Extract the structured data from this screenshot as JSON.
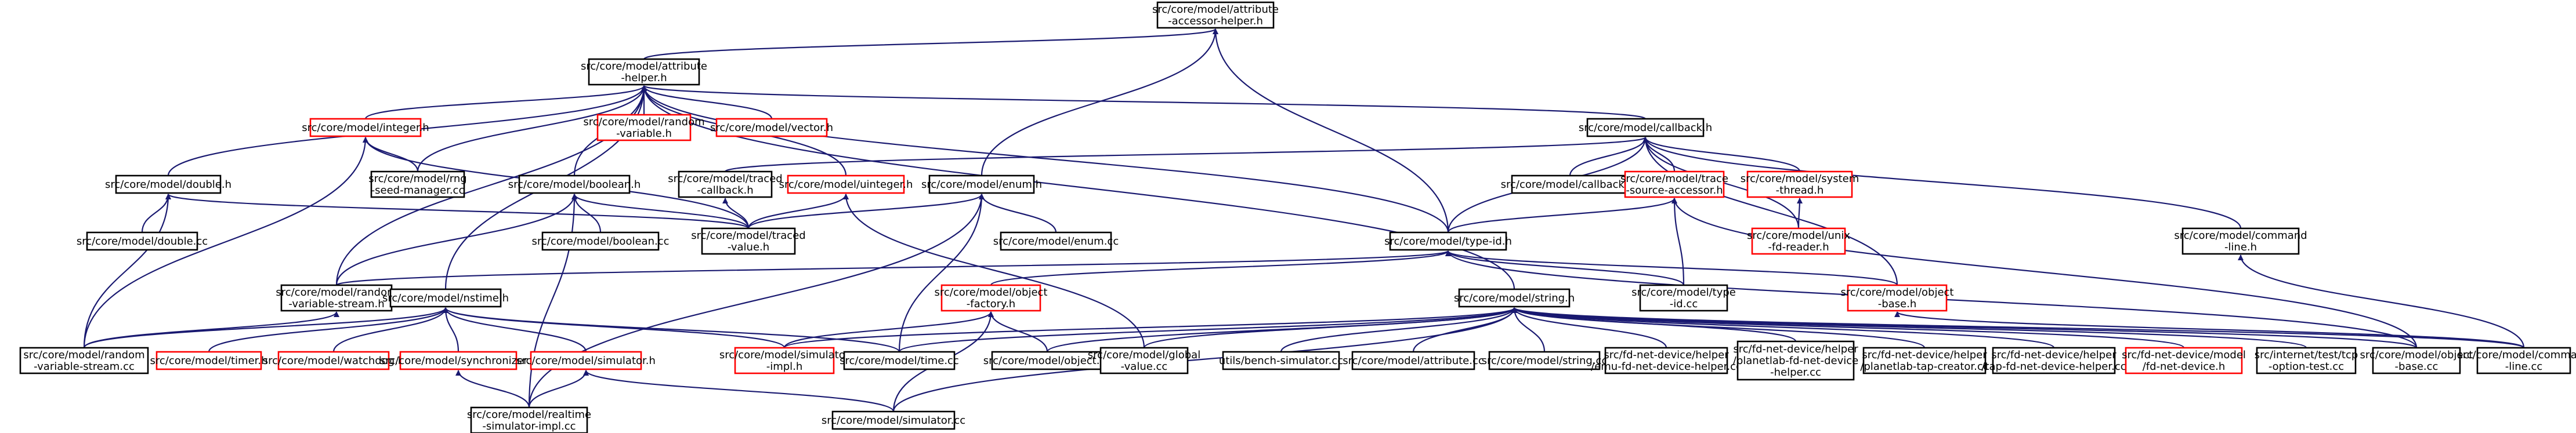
{
  "colors": {
    "edge": "#191970",
    "border_default": "#000000",
    "border_missing": "#ff0000",
    "root_fill": "#bfbfbf"
  },
  "nodes": [
    {
      "id": "accessor",
      "lines": [
        "src/core/model/attribute",
        "-accessor-helper.h"
      ],
      "style": "root"
    },
    {
      "id": "attr",
      "lines": [
        "src/core/model/attribute",
        "-helper.h"
      ],
      "style": "normal"
    },
    {
      "id": "integer",
      "lines": [
        "src/core/model/integer.h"
      ],
      "style": "red"
    },
    {
      "id": "randomvar",
      "lines": [
        "src/core/model/random",
        "-variable.h"
      ],
      "style": "red"
    },
    {
      "id": "vector",
      "lines": [
        "src/core/model/vector.h"
      ],
      "style": "red"
    },
    {
      "id": "rngseed",
      "lines": [
        "src/core/model/rng",
        "-seed-manager.cc"
      ],
      "style": "normal"
    },
    {
      "id": "double",
      "lines": [
        "src/core/model/double.h"
      ],
      "style": "normal"
    },
    {
      "id": "doublecc",
      "lines": [
        "src/core/model/double.cc"
      ],
      "style": "normal"
    },
    {
      "id": "boolean",
      "lines": [
        "src/core/model/boolean.h"
      ],
      "style": "normal"
    },
    {
      "id": "booleancc",
      "lines": [
        "src/core/model/boolean.cc"
      ],
      "style": "normal"
    },
    {
      "id": "tracedcb",
      "lines": [
        "src/core/model/traced",
        "-callback.h"
      ],
      "style": "normal"
    },
    {
      "id": "uinteger",
      "lines": [
        "src/core/model/uinteger.h"
      ],
      "style": "red"
    },
    {
      "id": "tracedval",
      "lines": [
        "src/core/model/traced",
        "-value.h"
      ],
      "style": "normal"
    },
    {
      "id": "enum",
      "lines": [
        "src/core/model/enum.h"
      ],
      "style": "normal"
    },
    {
      "id": "enumcc",
      "lines": [
        "src/core/model/enum.cc"
      ],
      "style": "normal"
    },
    {
      "id": "callback",
      "lines": [
        "src/core/model/callback.h"
      ],
      "style": "normal"
    },
    {
      "id": "callbackcc",
      "lines": [
        "src/core/model/callback.cc"
      ],
      "style": "normal"
    },
    {
      "id": "tracesrc",
      "lines": [
        "src/core/model/trace",
        "-source-accessor.h"
      ],
      "style": "red"
    },
    {
      "id": "systhread",
      "lines": [
        "src/core/model/system",
        "-thread.h"
      ],
      "style": "red"
    },
    {
      "id": "unixfd",
      "lines": [
        "src/core/model/unix",
        "-fd-reader.h"
      ],
      "style": "red"
    },
    {
      "id": "cmdline",
      "lines": [
        "src/core/model/command",
        "-line.h"
      ],
      "style": "normal"
    },
    {
      "id": "typeid",
      "lines": [
        "src/core/model/type-id.h"
      ],
      "style": "normal"
    },
    {
      "id": "typeidcc",
      "lines": [
        "src/core/model/type",
        "-id.cc"
      ],
      "style": "normal"
    },
    {
      "id": "objbase",
      "lines": [
        "src/core/model/object",
        "-base.h"
      ],
      "style": "red"
    },
    {
      "id": "randstream",
      "lines": [
        "src/core/model/random",
        "-variable-stream.h"
      ],
      "style": "normal"
    },
    {
      "id": "nstime",
      "lines": [
        "src/core/model/nstime.h"
      ],
      "style": "normal"
    },
    {
      "id": "objfactory",
      "lines": [
        "src/core/model/object",
        "-factory.h"
      ],
      "style": "red"
    },
    {
      "id": "stringh",
      "lines": [
        "src/core/model/string.h"
      ],
      "style": "normal"
    },
    {
      "id": "randstreamcc",
      "lines": [
        "src/core/model/random",
        "-variable-stream.cc"
      ],
      "style": "normal"
    },
    {
      "id": "timer",
      "lines": [
        "src/core/model/timer.h"
      ],
      "style": "red"
    },
    {
      "id": "watchdog",
      "lines": [
        "src/core/model/watchdog.h"
      ],
      "style": "red"
    },
    {
      "id": "synchronizer",
      "lines": [
        "src/core/model/synchronizer.h"
      ],
      "style": "red"
    },
    {
      "id": "simulator",
      "lines": [
        "src/core/model/simulator.h"
      ],
      "style": "red"
    },
    {
      "id": "simimpl",
      "lines": [
        "src/core/model/simulator",
        "-impl.h"
      ],
      "style": "red"
    },
    {
      "id": "timecc",
      "lines": [
        "src/core/model/time.cc"
      ],
      "style": "normal"
    },
    {
      "id": "objectcc",
      "lines": [
        "src/core/model/object.cc"
      ],
      "style": "normal"
    },
    {
      "id": "globalval",
      "lines": [
        "src/core/model/global",
        "-value.cc"
      ],
      "style": "normal"
    },
    {
      "id": "bench",
      "lines": [
        "utils/bench-simulator.cc"
      ],
      "style": "normal"
    },
    {
      "id": "attributecc",
      "lines": [
        "src/core/model/attribute.cc"
      ],
      "style": "normal"
    },
    {
      "id": "stringcc",
      "lines": [
        "src/core/model/string.cc"
      ],
      "style": "normal"
    },
    {
      "id": "emufd",
      "lines": [
        "src/fd-net-device/helper",
        "/emu-fd-net-device-helper.cc"
      ],
      "style": "normal"
    },
    {
      "id": "planetfd",
      "lines": [
        "src/fd-net-device/helper",
        "/planetlab-fd-net-device",
        "-helper.cc"
      ],
      "style": "normal"
    },
    {
      "id": "planettap",
      "lines": [
        "src/fd-net-device/helper",
        "/planetlab-tap-creator.cc"
      ],
      "style": "normal"
    },
    {
      "id": "tapfd",
      "lines": [
        "src/fd-net-device/helper",
        "/tap-fd-net-device-helper.cc"
      ],
      "style": "normal"
    },
    {
      "id": "fdnetdev",
      "lines": [
        "src/fd-net-device/model",
        "/fd-net-device.h"
      ],
      "style": "red"
    },
    {
      "id": "tcpopt",
      "lines": [
        "src/internet/test/tcp",
        "-option-test.cc"
      ],
      "style": "normal"
    },
    {
      "id": "objbasecc",
      "lines": [
        "src/core/model/object",
        "-base.cc"
      ],
      "style": "normal"
    },
    {
      "id": "cmdlinecc",
      "lines": [
        "src/core/model/command",
        "-line.cc"
      ],
      "style": "normal"
    },
    {
      "id": "realtime",
      "lines": [
        "src/core/model/realtime",
        "-simulator-impl.cc"
      ],
      "style": "normal"
    },
    {
      "id": "simulatorcc",
      "lines": [
        "src/core/model/simulator.cc"
      ],
      "style": "normal"
    }
  ],
  "edges": [
    [
      "accessor",
      "attr"
    ],
    [
      "accessor",
      "enum"
    ],
    [
      "accessor",
      "typeid"
    ],
    [
      "attr",
      "integer"
    ],
    [
      "attr",
      "randomvar"
    ],
    [
      "attr",
      "vector"
    ],
    [
      "attr",
      "rngseed"
    ],
    [
      "attr",
      "double"
    ],
    [
      "attr",
      "boolean"
    ],
    [
      "attr",
      "uinteger"
    ],
    [
      "attr",
      "callback"
    ],
    [
      "attr",
      "typeid"
    ],
    [
      "attr",
      "randstream"
    ],
    [
      "attr",
      "nstime"
    ],
    [
      "attr",
      "stringh"
    ],
    [
      "integer",
      "rngseed"
    ],
    [
      "integer",
      "tracedval"
    ],
    [
      "integer",
      "randstreamcc"
    ],
    [
      "double",
      "doublecc"
    ],
    [
      "double",
      "tracedval"
    ],
    [
      "double",
      "randstreamcc"
    ],
    [
      "boolean",
      "booleancc"
    ],
    [
      "boolean",
      "tracedval"
    ],
    [
      "boolean",
      "randstream"
    ],
    [
      "boolean",
      "realtime"
    ],
    [
      "tracedcb",
      "tracedval"
    ],
    [
      "uinteger",
      "tracedval"
    ],
    [
      "uinteger",
      "globalval"
    ],
    [
      "enum",
      "enumcc"
    ],
    [
      "enum",
      "tracedval"
    ],
    [
      "enum",
      "timecc"
    ],
    [
      "enum",
      "realtime"
    ],
    [
      "callback",
      "tracedcb"
    ],
    [
      "callback",
      "callbackcc"
    ],
    [
      "callback",
      "tracesrc"
    ],
    [
      "callback",
      "systhread"
    ],
    [
      "callback",
      "unixfd"
    ],
    [
      "callback",
      "cmdline"
    ],
    [
      "callback",
      "typeid"
    ],
    [
      "callback",
      "objbase"
    ],
    [
      "tracesrc",
      "typeid"
    ],
    [
      "tracesrc",
      "typeidcc"
    ],
    [
      "tracesrc",
      "objbasecc"
    ],
    [
      "systhread",
      "unixfd"
    ],
    [
      "cmdline",
      "cmdlinecc"
    ],
    [
      "typeid",
      "objfactory"
    ],
    [
      "typeid",
      "typeidcc"
    ],
    [
      "typeid",
      "objbase"
    ],
    [
      "typeid",
      "randstream"
    ],
    [
      "typeid",
      "objbasecc"
    ],
    [
      "objbase",
      "cmdlinecc"
    ],
    [
      "randstream",
      "randstreamcc"
    ],
    [
      "nstime",
      "randstreamcc"
    ],
    [
      "nstime",
      "timer"
    ],
    [
      "nstime",
      "watchdog"
    ],
    [
      "nstime",
      "synchronizer"
    ],
    [
      "nstime",
      "simulator"
    ],
    [
      "nstime",
      "simimpl"
    ],
    [
      "nstime",
      "timecc"
    ],
    [
      "objfactory",
      "simimpl"
    ],
    [
      "objfactory",
      "objectcc"
    ],
    [
      "objfactory",
      "simulatorcc"
    ],
    [
      "stringh",
      "timecc"
    ],
    [
      "stringh",
      "objectcc"
    ],
    [
      "stringh",
      "globalval"
    ],
    [
      "stringh",
      "bench"
    ],
    [
      "stringh",
      "attributecc"
    ],
    [
      "stringh",
      "stringcc"
    ],
    [
      "stringh",
      "emufd"
    ],
    [
      "stringh",
      "planetfd"
    ],
    [
      "stringh",
      "planettap"
    ],
    [
      "stringh",
      "tapfd"
    ],
    [
      "stringh",
      "fdnetdev"
    ],
    [
      "stringh",
      "tcpopt"
    ],
    [
      "stringh",
      "objbasecc"
    ],
    [
      "stringh",
      "cmdlinecc"
    ],
    [
      "stringh",
      "simulatorcc"
    ],
    [
      "stringh",
      "simimpl"
    ],
    [
      "synchronizer",
      "realtime"
    ],
    [
      "simulator",
      "realtime"
    ],
    [
      "simulator",
      "simulatorcc"
    ]
  ]
}
